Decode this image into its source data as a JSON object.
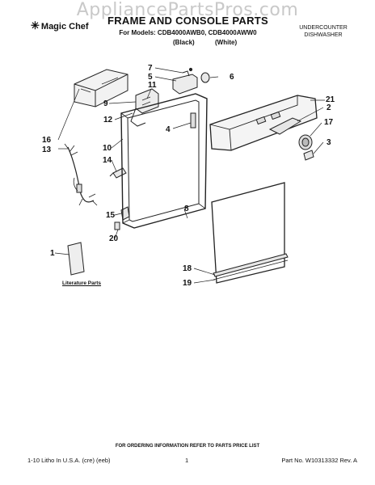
{
  "watermark": "AppliancePartsPros.com",
  "header": {
    "brand": "Magic Chef",
    "title": "FRAME AND CONSOLE PARTS",
    "models_line": "For Models: CDB4000AWB0, CDB4000AWW0",
    "color_1": "(Black)",
    "color_2": "(White)",
    "product_type_line1": "UNDERCOUNTER",
    "product_type_line2": "DISHWASHER"
  },
  "callouts": [
    "7",
    "5",
    "6",
    "11",
    "9",
    "12",
    "21",
    "2",
    "4",
    "17",
    "16",
    "13",
    "10",
    "14",
    "3",
    "8",
    "15",
    "20",
    "1",
    "18",
    "19"
  ],
  "literature_label": "Literature Parts",
  "footer": {
    "ordering_note": "FOR ORDERING INFORMATION REFER TO PARTS PRICE LIST",
    "left": "1-10 Litho In U.S.A. (cre) (eeb)",
    "page": "1",
    "right": "Part No. W10313332 Rev. A"
  }
}
